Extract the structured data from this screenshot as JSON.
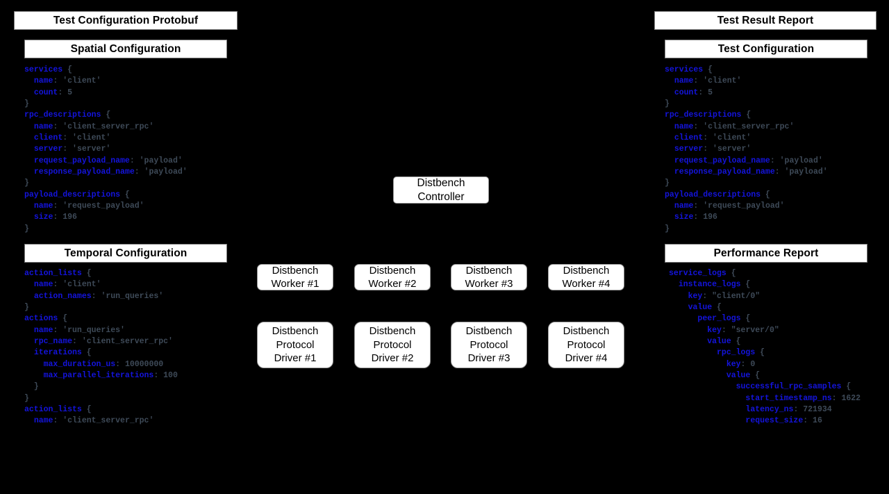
{
  "colors": {
    "background": "#000000",
    "keyword": "#1414dd",
    "plain": "#3e4a58",
    "box_background": "#ffffff",
    "header_border": "#7d7d7d",
    "node_border": "#9a9a9a",
    "header_text": "#000000"
  },
  "left_panel": {
    "title": "Test Configuration Protobuf",
    "spatial_heading": "Spatial Configuration",
    "spatial_code": [
      "services {",
      "  name: 'client'",
      "  count: 5",
      "}",
      "rpc_descriptions {",
      "  name: 'client_server_rpc'",
      "  client: 'client'",
      "  server: 'server'",
      "  request_payload_name: 'payload'",
      "  response_payload_name: 'payload'",
      "}",
      "payload_descriptions {",
      "  name: 'request_payload'",
      "  size: 196",
      "}"
    ],
    "temporal_heading": "Temporal Configuration",
    "temporal_code": [
      "action_lists {",
      "  name: 'client'",
      "  action_names: 'run_queries'",
      "}",
      "actions {",
      "  name: 'run_queries'",
      "  rpc_name: 'client_server_rpc'",
      "  iterations {",
      "    max_duration_us: 10000000",
      "    max_parallel_iterations: 100",
      "  }",
      "}",
      "action_lists {",
      "  name: 'client_server_rpc'"
    ]
  },
  "diagram": {
    "controller": {
      "lines": [
        "Distbench",
        "Controller"
      ]
    },
    "workers": [
      {
        "lines": [
          "Distbench",
          "Worker #1"
        ]
      },
      {
        "lines": [
          "Distbench",
          "Worker #2"
        ]
      },
      {
        "lines": [
          "Distbench",
          "Worker #3"
        ]
      },
      {
        "lines": [
          "Distbench",
          "Worker #4"
        ]
      }
    ],
    "drivers": [
      {
        "lines": [
          "Distbench",
          "Protocol",
          "Driver #1"
        ]
      },
      {
        "lines": [
          "Distbench",
          "Protocol",
          "Driver #2"
        ]
      },
      {
        "lines": [
          "Distbench",
          "Protocol",
          "Driver #3"
        ]
      },
      {
        "lines": [
          "Distbench",
          "Protocol",
          "Driver #4"
        ]
      }
    ]
  },
  "right_panel": {
    "title": "Test Result Report",
    "config_heading": "Test Configuration",
    "config_code": [
      "services {",
      "  name: 'client'",
      "  count: 5",
      "}",
      "rpc_descriptions {",
      "  name: 'client_server_rpc'",
      "  client: 'client'",
      "  server: 'server'",
      "  request_payload_name: 'payload'",
      "  response_payload_name: 'payload'",
      "}",
      "payload_descriptions {",
      "  name: 'request_payload'",
      "  size: 196",
      "}"
    ],
    "performance_heading": "Performance Report",
    "performance_code": [
      "service_logs {",
      "  instance_logs {",
      "    key: \"client/0\"",
      "    value {",
      "      peer_logs {",
      "        key: \"server/0\"",
      "        value {",
      "          rpc_logs {",
      "            key: 0",
      "            value {",
      "              successful_rpc_samples {",
      "                start_timestamp_ns: 1622",
      "                latency_ns: 721934",
      "                request_size: 16"
    ]
  }
}
